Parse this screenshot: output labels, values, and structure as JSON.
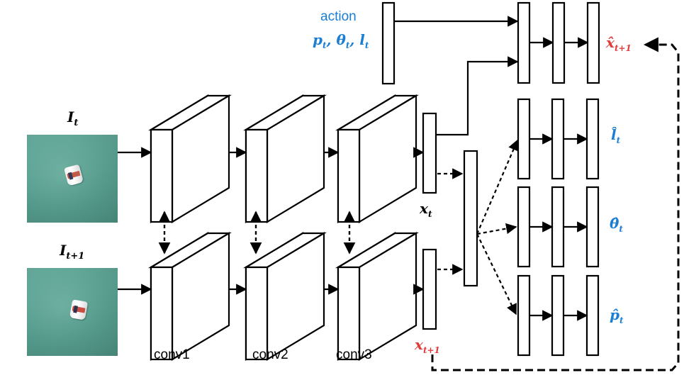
{
  "labels": {
    "input_t": "I",
    "input_t_sub": "t",
    "input_t1": "I",
    "input_t1_sub": "t+1",
    "action_title": "action",
    "action_params": "p",
    "action_params_sub": "t",
    "action_theta": "θ",
    "action_l": "l",
    "conv1": "conv1",
    "conv2": "conv2",
    "conv3": "conv3",
    "feat_t": "x",
    "feat_t_sub": "t",
    "feat_t1": "x",
    "feat_t1_sub": "t+1",
    "out_xhat": "x̂",
    "out_xhat_sub": "t+1",
    "out_lhat": "l̂",
    "out_lhat_sub": "t",
    "out_thetahat": "θ̂",
    "out_thetahat_sub": "t",
    "out_phat": "p̂",
    "out_phat_sub": "t"
  },
  "colors": {
    "blue": "#1a7fd4",
    "red": "#e03c3c",
    "stroke": "#000000"
  }
}
